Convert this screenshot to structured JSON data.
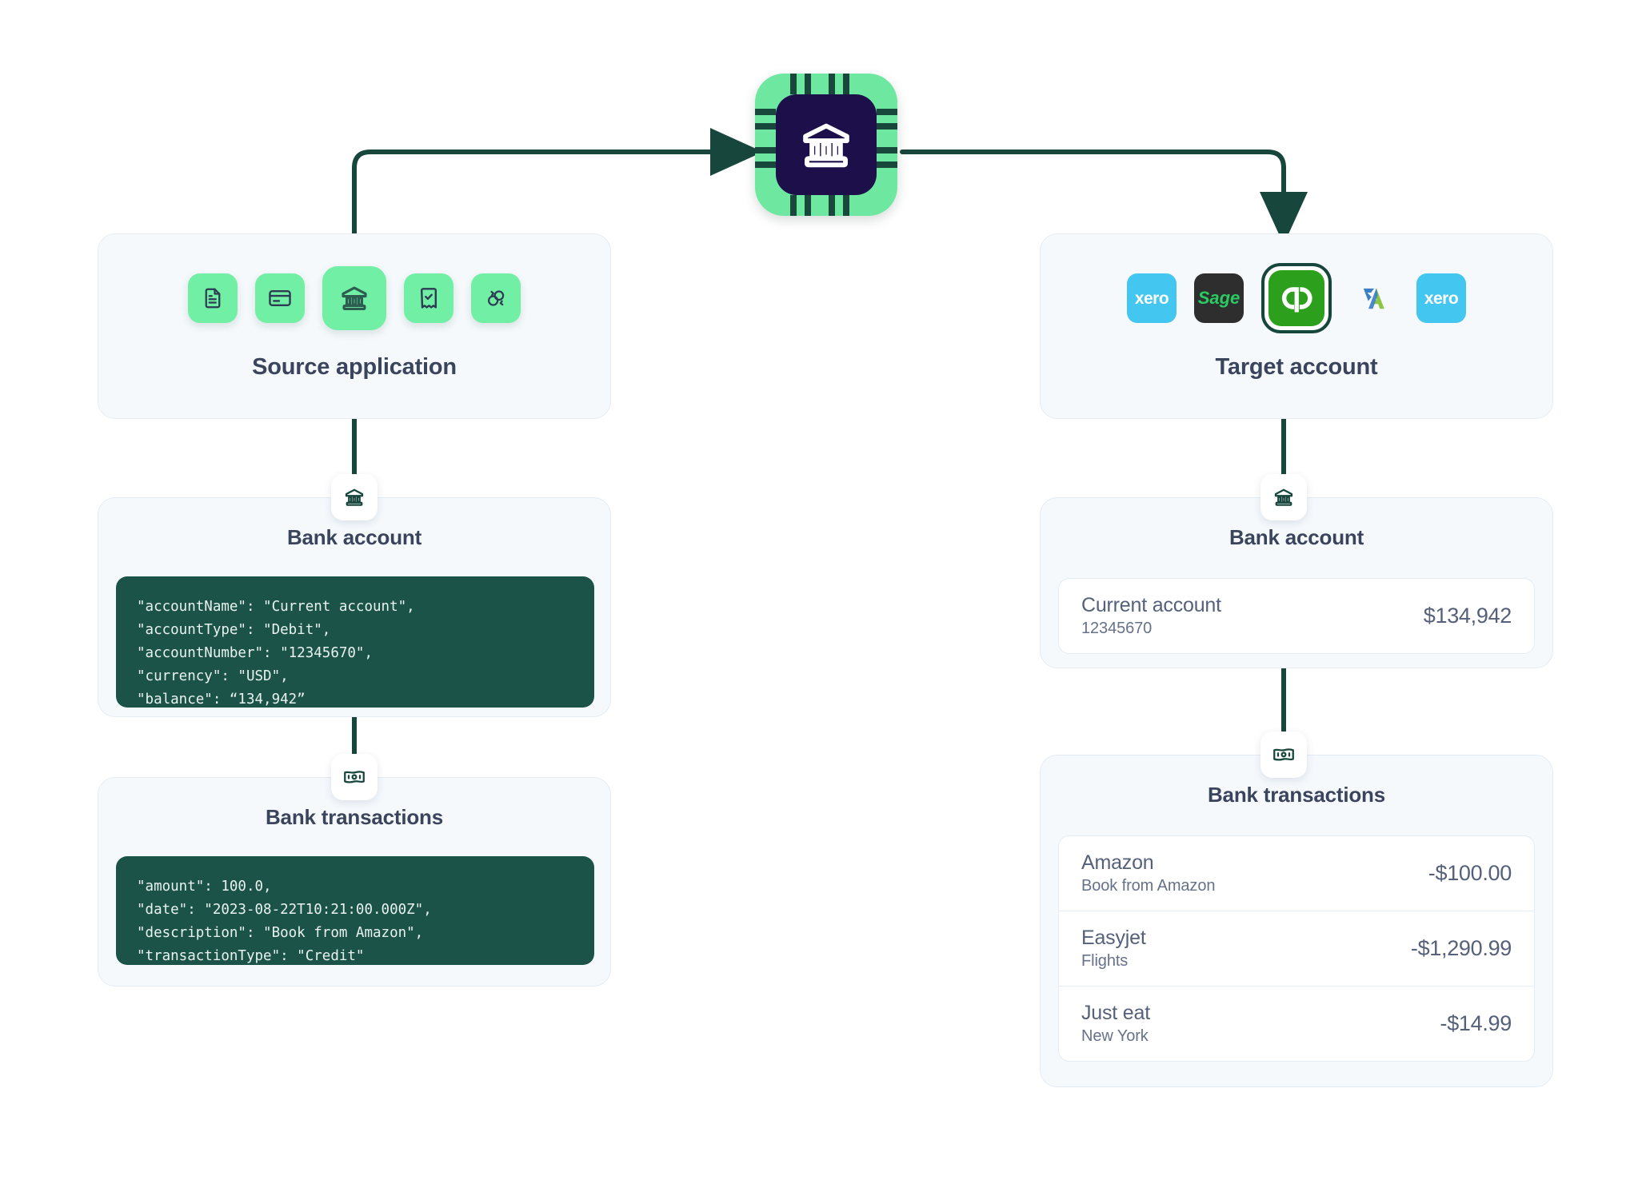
{
  "hub": {
    "icon": "bank-chip-icon",
    "name": "Bank data hub"
  },
  "source": {
    "title": "Source application",
    "icons": [
      {
        "name": "document-icon",
        "selected": false
      },
      {
        "name": "credit-card-icon",
        "selected": false
      },
      {
        "name": "bank-icon",
        "selected": true
      },
      {
        "name": "receipt-check-icon",
        "selected": false
      },
      {
        "name": "sync-icon",
        "selected": false
      }
    ],
    "bank_account": {
      "title": "Bank account",
      "badge_icon": "bank-icon",
      "code": "\"accountName\": \"Current account\",\n\"accountType\": \"Debit\",\n\"accountNumber\": \"12345670\",\n\"currency\": \"USD\",\n\"balance\": “134,942”"
    },
    "bank_transactions": {
      "title": "Bank transactions",
      "badge_icon": "banknote-icon",
      "code": "\"amount\": 100.0,\n\"date\": \"2023-08-22T10:21:00.000Z\",\n\"description\": \"Book from Amazon\",\n\"transactionType\": \"Credit\""
    }
  },
  "target": {
    "title": "Target account",
    "logos": [
      {
        "name": "xero-logo",
        "label": "xero",
        "selected": false
      },
      {
        "name": "sage-logo",
        "label": "Sage",
        "selected": false
      },
      {
        "name": "quickbooks-logo",
        "label": "qb",
        "selected": true
      },
      {
        "name": "freeagent-logo",
        "label": "",
        "selected": false
      },
      {
        "name": "xero-logo",
        "label": "xero",
        "selected": false
      }
    ],
    "bank_account": {
      "title": "Bank account",
      "badge_icon": "bank-icon",
      "account": {
        "name": "Current account",
        "number": "12345670",
        "balance": "$134,942"
      }
    },
    "bank_transactions": {
      "title": "Bank transactions",
      "badge_icon": "banknote-icon",
      "items": [
        {
          "name": "Amazon",
          "description": "Book from Amazon",
          "amount": "-$100.00"
        },
        {
          "name": "Easyjet",
          "description": "Flights",
          "amount": "-$1,290.99"
        },
        {
          "name": "Just eat",
          "description": "New York",
          "amount": "-$14.99"
        }
      ]
    }
  },
  "colors": {
    "accent_green": "#71efa5",
    "dark_green": "#17463c",
    "code_bg": "#1c5349",
    "panel_bg": "#f5f9fc",
    "heading": "#3a445c",
    "chip_inner": "#1c0f4a",
    "xero_blue": "#43c6f0",
    "sage_dark": "#2e2e2e",
    "qb_green": "#2ca01c"
  }
}
